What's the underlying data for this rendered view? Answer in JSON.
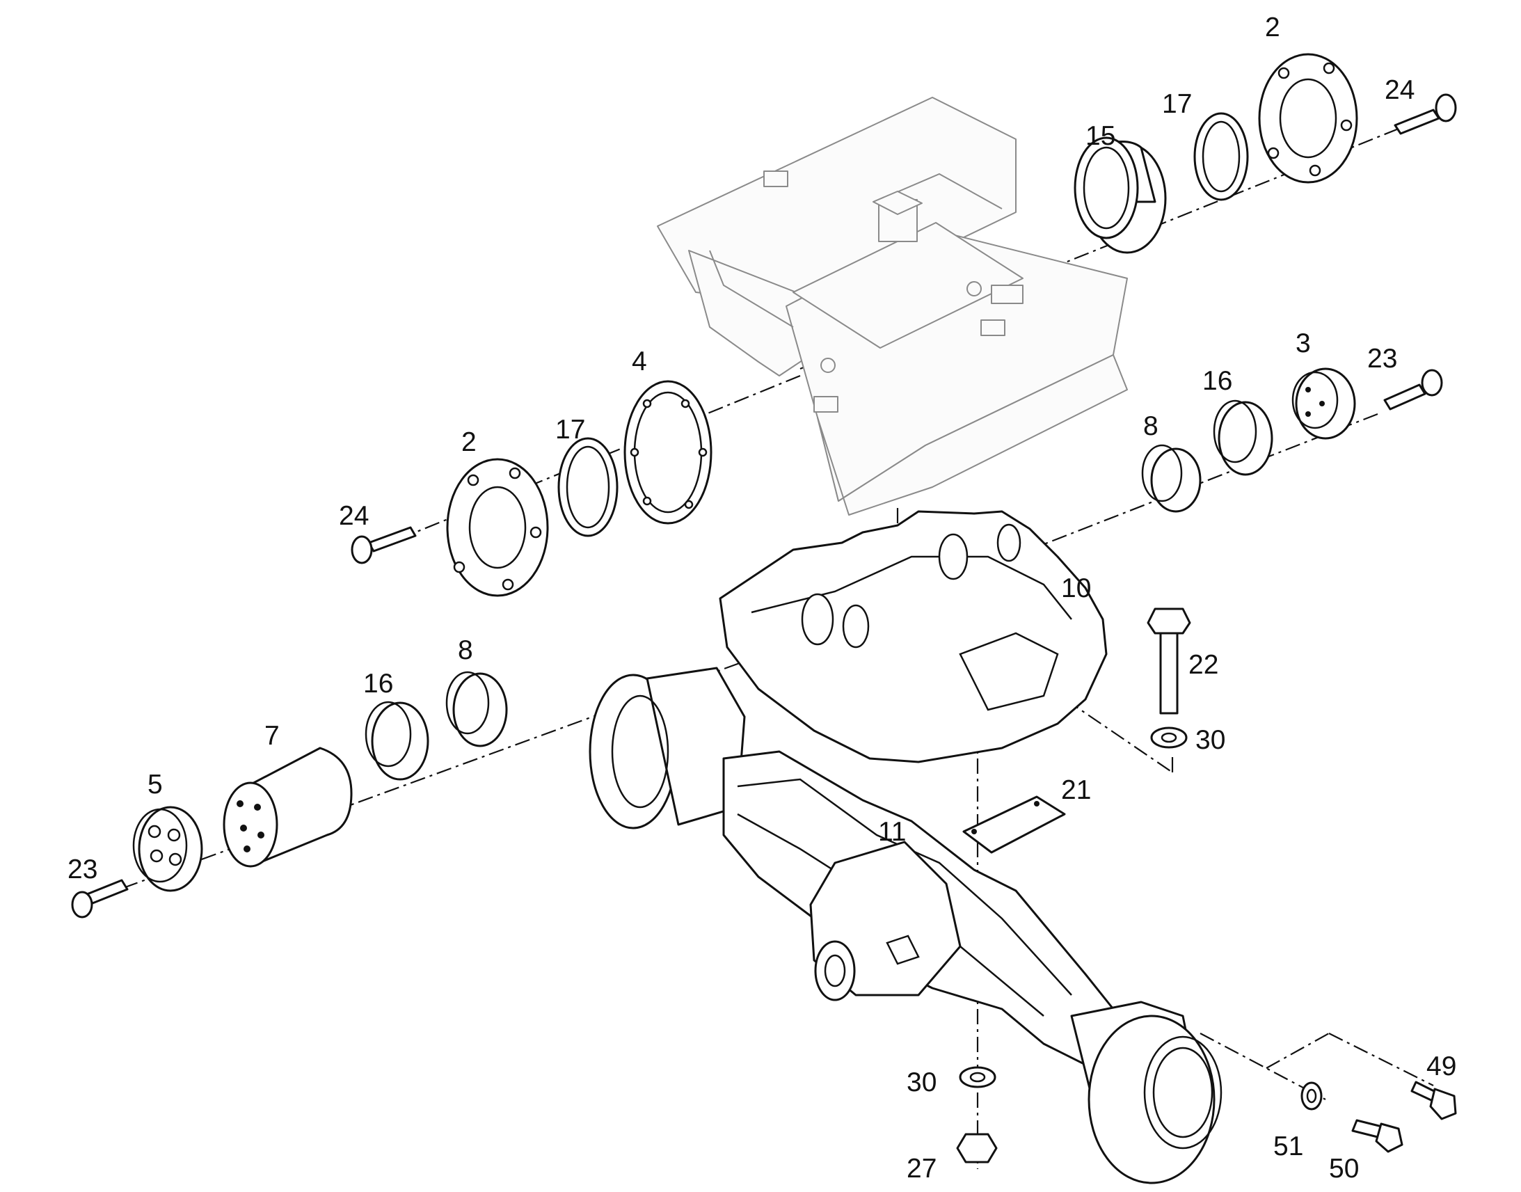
{
  "callouts": [
    {
      "id": "c-2-top",
      "text": "2"
    },
    {
      "id": "c-17-top",
      "text": "17"
    },
    {
      "id": "c-24-top",
      "text": "24"
    },
    {
      "id": "c-15",
      "text": "15"
    },
    {
      "id": "c-4",
      "text": "4"
    },
    {
      "id": "c-2-left",
      "text": "2"
    },
    {
      "id": "c-17-left",
      "text": "17"
    },
    {
      "id": "c-24-left",
      "text": "24"
    },
    {
      "id": "c-3",
      "text": "3"
    },
    {
      "id": "c-23-right",
      "text": "23"
    },
    {
      "id": "c-16-right",
      "text": "16"
    },
    {
      "id": "c-8-right",
      "text": "8"
    },
    {
      "id": "c-10",
      "text": "10"
    },
    {
      "id": "c-22",
      "text": "22"
    },
    {
      "id": "c-30-right",
      "text": "30"
    },
    {
      "id": "c-8-left",
      "text": "8"
    },
    {
      "id": "c-16-left",
      "text": "16"
    },
    {
      "id": "c-7",
      "text": "7"
    },
    {
      "id": "c-5",
      "text": "5"
    },
    {
      "id": "c-23-left",
      "text": "23"
    },
    {
      "id": "c-21",
      "text": "21"
    },
    {
      "id": "c-11",
      "text": "11"
    },
    {
      "id": "c-30-bottom",
      "text": "30"
    },
    {
      "id": "c-27",
      "text": "27"
    },
    {
      "id": "c-49",
      "text": "49"
    },
    {
      "id": "c-51",
      "text": "51"
    },
    {
      "id": "c-50",
      "text": "50"
    }
  ]
}
